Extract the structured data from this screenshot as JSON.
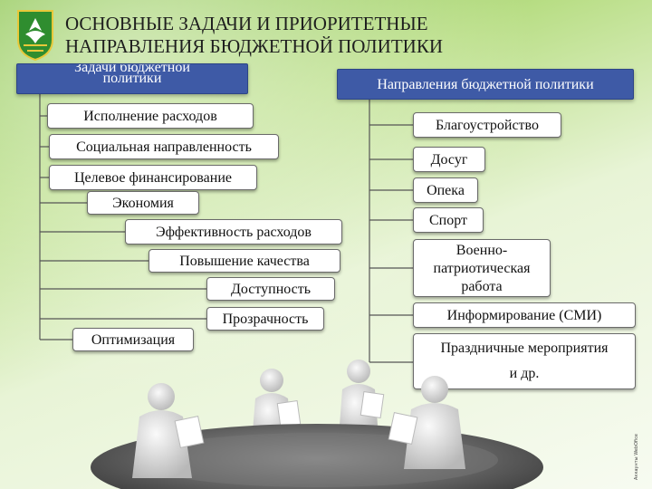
{
  "title": {
    "line1": "ОСНОВНЫЕ ЗАДАЧИ И ПРИОРИТЕТНЫЕ",
    "line2": "НАПРАВЛЕНИЯ БЮДЖЕТНОЙ ПОЛИТИКИ"
  },
  "left": {
    "header_line1": "Задачи бюджетной",
    "header_line2": "политики",
    "items": [
      "Исполнение расходов",
      "Социальная направленность",
      "Целевое финансирование",
      "Экономия",
      "Эффективность расходов",
      "Повышение качества",
      "Доступность",
      "Прозрачность",
      "Оптимизация"
    ]
  },
  "right": {
    "header": "Направления бюджетной политики",
    "items": [
      "Благоустройство",
      "Досуг",
      "Опека",
      "Спорт",
      "Военно-патриотическая работа",
      "Информирование (СМИ)",
      "Праздничные мероприятия и др."
    ],
    "multiline": {
      "voen1": "Военно-",
      "voen2": "патриотическая",
      "voen3": "работа",
      "prazd1": "Праздничные мероприятия",
      "prazd2": "и др."
    }
  },
  "corner_note": "Аккаунты WebOfice",
  "colors": {
    "header_fill": "#3e5aa6",
    "background_top": "#7fbf3a",
    "background_bottom": "#f7fbf1"
  }
}
